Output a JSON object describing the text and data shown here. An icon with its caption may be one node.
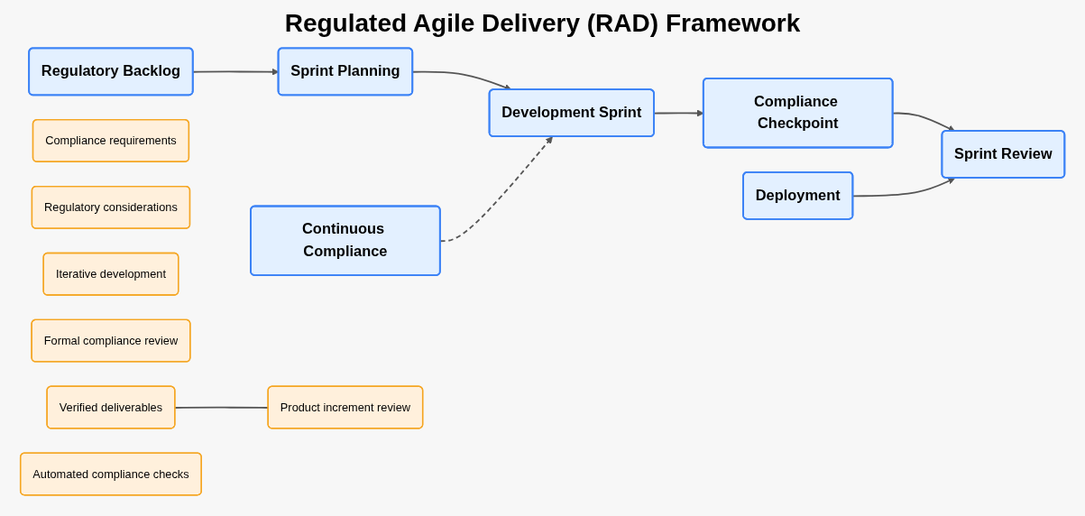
{
  "diagram": {
    "title": "Regulated Agile Delivery (RAD) Framework",
    "nodes": [
      {
        "text": [
          "Regulatory Backlog"
        ]
      },
      {
        "text": [
          "Sprint Planning"
        ]
      },
      {
        "text": [
          "Development Sprint"
        ]
      },
      {
        "text": [
          "Compliance Checkpoint"
        ]
      },
      {
        "text": [
          "Compliance requirements"
        ]
      },
      {
        "text": [
          "Regulatory considerations"
        ]
      },
      {
        "text": [
          "Iterative development"
        ]
      },
      {
        "text": [
          "Formal compliance review"
        ]
      },
      {
        "text": [
          "Deployment"
        ]
      },
      {
        "text": [
          "Sprint Review"
        ]
      },
      {
        "text": [
          "Continuous Compliance"
        ]
      },
      {
        "text": [
          "Verified deliverables"
        ]
      },
      {
        "text": [
          "Product increment review"
        ]
      },
      {
        "text": [
          "Automated compliance checks"
        ]
      }
    ],
    "edges": [
      {
        "from": 0,
        "to": 1,
        "arrow": "to"
      },
      {
        "from": 1,
        "to": 2,
        "arrow": "to"
      },
      {
        "from": 2,
        "to": 3,
        "arrow": "to"
      },
      {
        "from": 3,
        "to": 9,
        "arrow": "to"
      },
      {
        "from": 10,
        "to": 2,
        "arrow": "to",
        "style": "dashed"
      },
      {
        "from": 8,
        "to": 9,
        "arrow": "to"
      },
      {
        "from": 11,
        "to": 12,
        "arrow": "none"
      }
    ]
  }
}
